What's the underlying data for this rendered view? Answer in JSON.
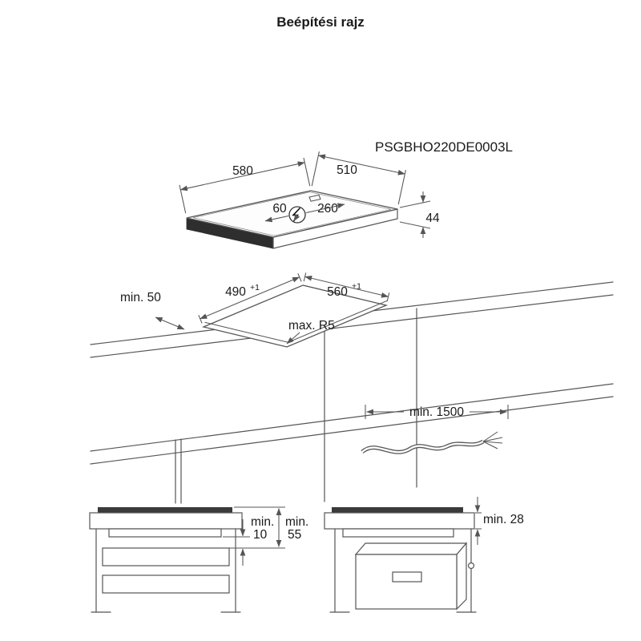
{
  "title": "Beépítési rajz",
  "model_number": "PSGBHO220DE0003L",
  "hob": {
    "width": "580",
    "depth": "510",
    "height": "44",
    "connection_left": "60",
    "connection_right": "260"
  },
  "cutout": {
    "clearance_front": "min. 50",
    "depth": "490",
    "depth_tol": "+1",
    "width": "560",
    "width_tol": "+1",
    "corner_radius": "max. R5"
  },
  "cable": {
    "length": "min. 1500"
  },
  "drawer_clearance": {
    "word1": "min.",
    "value1": "10",
    "word2": "min.",
    "value2": "55"
  },
  "oven_clearance": {
    "label": "min. 28"
  },
  "colors": {
    "line": "#555555",
    "ink": "#1a1a1a",
    "hob_surface": "#3a3a3a"
  }
}
